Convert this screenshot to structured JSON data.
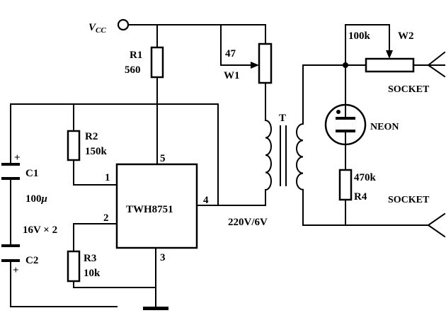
{
  "diagram": {
    "supply": {
      "label": "V",
      "subscript": "CC"
    },
    "ic": {
      "name": "TWH8751",
      "pins": [
        "1",
        "2",
        "3",
        "4",
        "5"
      ]
    },
    "resistors": {
      "r1": {
        "ref": "R1",
        "value": "560"
      },
      "r2": {
        "ref": "R2",
        "value": "150k"
      },
      "r3": {
        "ref": "R3",
        "value": "10k"
      },
      "r4": {
        "ref": "R4",
        "value": "470k"
      }
    },
    "pots": {
      "w1": {
        "ref": "W1",
        "value": "47"
      },
      "w2": {
        "ref": "W2",
        "value": "100k"
      }
    },
    "capacitors": {
      "c1": {
        "ref": "C1",
        "value_number": "100",
        "value_unit": "μ",
        "plus": "+"
      },
      "c2": {
        "ref": "C2",
        "plus": "+"
      },
      "rating": "16V × 2"
    },
    "transformer": {
      "ref": "T",
      "rating": "220V/6V"
    },
    "lamp": {
      "label": "NEON"
    },
    "sockets": [
      "SOCKET",
      "SOCKET"
    ]
  }
}
